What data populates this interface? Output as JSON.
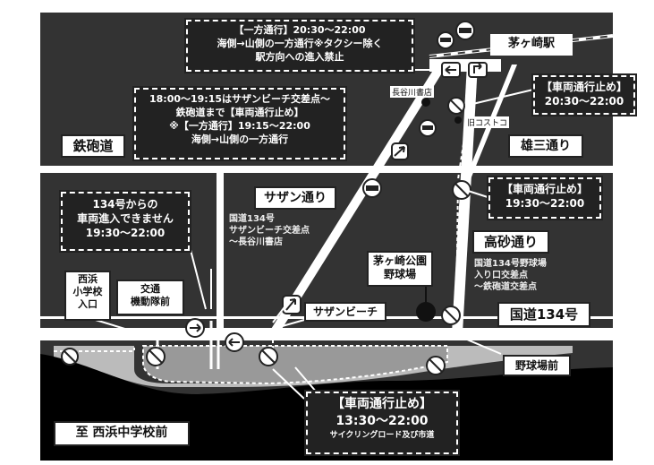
{
  "colors": {
    "area": "#333333",
    "road": "#ffffff",
    "ink": "#222222",
    "sea": "#000000"
  },
  "roads": {
    "teppo": "鉄砲道",
    "yuzo": "雄三通り",
    "southern": "サザン通り",
    "takasago": "高砂通り",
    "kokudo": "国道134号"
  },
  "station": "茅ヶ崎駅",
  "places": {
    "hasegawa": "長谷川書店",
    "kyu_costco": "旧コストコ",
    "park_stadium": [
      "茅ヶ崎公園",
      "野球場"
    ],
    "southern_beach": "サザンビーチ",
    "nishihama_school": [
      "西浜",
      "小学校",
      "入口"
    ],
    "kotsu_kidotai": [
      "交通",
      "機動隊前"
    ],
    "yakyujo_mae": "野球場前",
    "nishihama_jhs": "至 西浜中学校前"
  },
  "notes": {
    "southern_section": [
      "国道134号",
      "サザンビーチ交差点",
      "〜長谷川書店"
    ],
    "takasago_section": [
      "国道134号野球場",
      "入り口交差点",
      "〜鉄砲道交差点"
    ]
  },
  "notices": {
    "one_way_top": [
      "【一方通行】20:30〜22:00",
      "海側→山側の一方通行※タクシー除く",
      "駅方向への進入禁止"
    ],
    "southern_rules": [
      "18:00〜19:15はサザンビーチ交差点〜",
      "鉄砲道まで【車両通行止め】",
      "※【一方通行】19:15〜22:00",
      "海側→山側の一方通行"
    ],
    "closed_2030": [
      "【車両通行止め】",
      "20:30〜22:00"
    ],
    "closed_1930": [
      "【車両通行止め】",
      "19:30〜22:00"
    ],
    "no_entry_134": [
      "134号からの",
      "車両進入できません",
      "19:30〜22:00"
    ],
    "closed_main": [
      "【車両通行止め】",
      "13:30〜22:00",
      "サイクリングロード及び市道"
    ]
  }
}
